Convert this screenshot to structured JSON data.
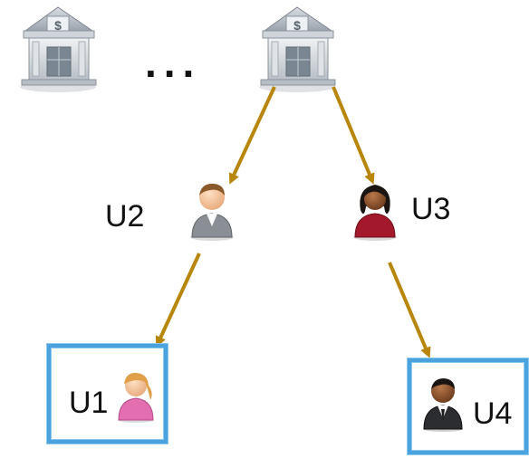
{
  "diagram": {
    "ellipsis": "...",
    "nodes": {
      "u1": "U1",
      "u2": "U2",
      "u3": "U3",
      "u4": "U4"
    },
    "colors": {
      "arrow": "#b8860b",
      "highlight_frame": "#4aa3df"
    },
    "icons": {
      "bank": "bank-building-icon",
      "u1": "woman-avatar-icon",
      "u2": "man-avatar-icon",
      "u3": "woman-avatar-icon",
      "u4": "man-suit-avatar-icon"
    }
  }
}
